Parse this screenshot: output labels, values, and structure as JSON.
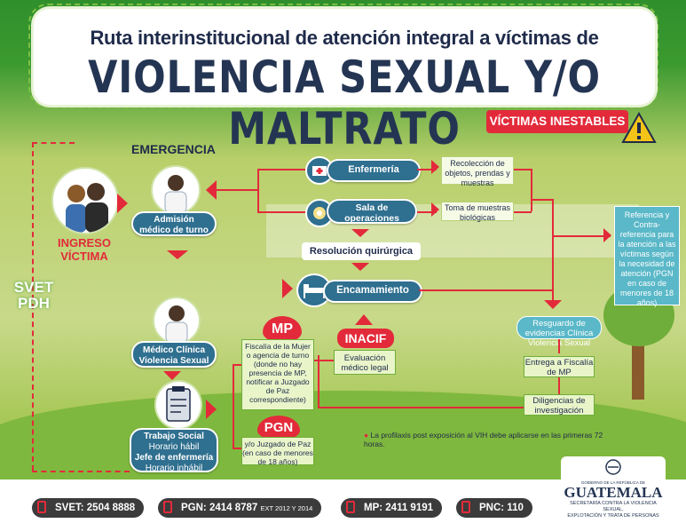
{
  "header": {
    "subtitle": "Ruta interinstitucional de atención integral a víctimas de",
    "title": "VIOLENCIA SEXUAL Y/O MALTRATO",
    "badge": "VÍCTIMAS INESTABLES"
  },
  "labels": {
    "emergency": "EMERGENCIA",
    "ingreso_victima_1": "INGRESO",
    "ingreso_victima_2": "VÍCTIMA",
    "svet_1": "SVET",
    "svet_2": "PDH"
  },
  "nodes": {
    "admision_1": "Admisión",
    "admision_2": "médico de turno",
    "enfermeria": "Enfermería",
    "sala_1": "Sala de",
    "sala_2": "operaciones",
    "resolucion": "Resolución quirúrgica",
    "encamamiento": "Encamamiento",
    "medico_1": "Médico Clínica",
    "medico_2": "Violencia Sexual",
    "trabajo_1": "Trabajo Social",
    "trabajo_2": "Horario hábil",
    "trabajo_3": "Jefe de enfermería",
    "trabajo_4": "Horario inhábil"
  },
  "notes": {
    "recoleccion": "Recolección de objetos, prendas y muestras",
    "toma": "Toma de muestras biológicas",
    "referencia": "Referencia y Contra-referencia para la atención a las víctimas según la necesidad de atención (PGN en caso de menores de 18 años)",
    "resguardo": "Resguardo de evidencias Clínica Violencia Sexual",
    "entrega": "Entrega a Fiscalía de MP",
    "diligencias": "Diligencias de investigación",
    "fiscalia": "Fiscalía de la Mujer o agencia de turno (donde no hay presencia de MP, notificar a Juzgado de Paz correspondiente)",
    "evaluacion": "Evaluación médico legal",
    "pgn": "y/o Juzgado de Paz (en caso de menores de 18 años)",
    "profilaxis": "La profilaxis post exposición al VIH debe aplicarse en las primeras 72 horas."
  },
  "institutions": {
    "mp": "MP",
    "inacif": "INACIF",
    "pgn": "PGN"
  },
  "contacts": [
    {
      "label": "SVET: 2504 8888"
    },
    {
      "label": "PGN: 2414 8787",
      "ext": "EXT 2012 Y 2014"
    },
    {
      "label": "MP: 2411 9191"
    },
    {
      "label": "PNC: 110"
    }
  ],
  "logo": {
    "small": "GOBIERNO DE LA REPÚBLICA DE",
    "name": "GUATEMALA",
    "org_1": "SECRETARÍA CONTRA LA VIOLENCIA SEXUAL,",
    "org_2": "EXPLOTACIÓN Y TRATA DE PERSONAS"
  },
  "colors": {
    "accent_red": "#e32a3a",
    "node_blue": "#2f6f8f",
    "navy": "#243553",
    "green": "#3b9a2f"
  }
}
